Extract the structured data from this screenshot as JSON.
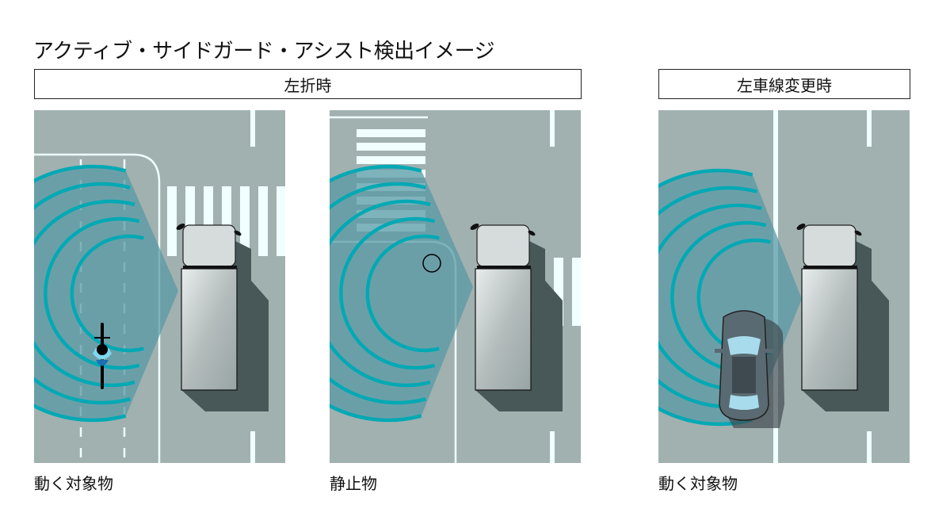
{
  "title": "アクティブ・サイドガード・アシスト検出イメージ",
  "headers": {
    "left_turn": "左折時",
    "lane_change": "左車線変更時"
  },
  "captions": [
    "動く対象物",
    "静止物",
    "動く対象物"
  ],
  "colors": {
    "road": "#a1b1b0",
    "sensor_arc": "#00a9b4",
    "sensor_fill": "#5a9aa6",
    "marking": "#f0ffff",
    "shadow": "#485858"
  }
}
